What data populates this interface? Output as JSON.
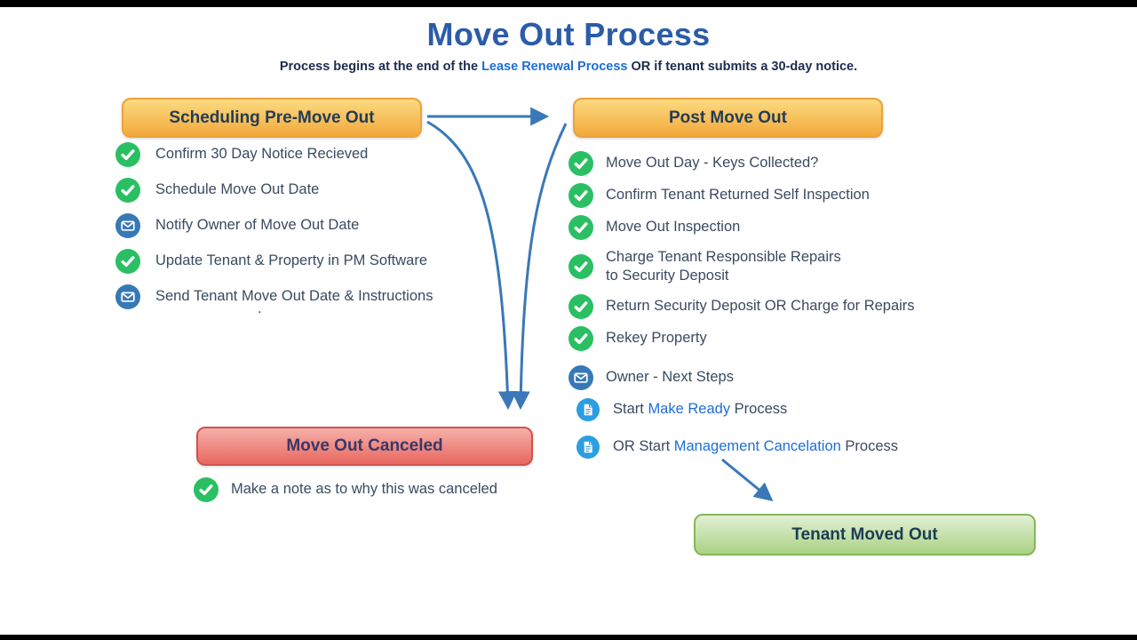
{
  "header": {
    "title": "Move Out Process",
    "subtitle_prefix": "Process begins at the end of the ",
    "subtitle_link": "Lease Renewal Process",
    "subtitle_suffix": " OR if tenant submits a 30-day notice."
  },
  "pre_move_out": {
    "title": "Scheduling Pre-Move Out",
    "items": [
      {
        "icon": "check-icon",
        "text": "Confirm 30 Day Notice Recieved"
      },
      {
        "icon": "check-icon",
        "text": "Schedule Move Out Date"
      },
      {
        "icon": "mail-icon",
        "text": "Notify Owner of Move Out Date"
      },
      {
        "icon": "check-icon",
        "text": "Update Tenant & Property in PM Software"
      },
      {
        "icon": "mail-icon",
        "text": "Send Tenant Move Out Date & Instructions"
      }
    ]
  },
  "post_move_out": {
    "title": "Post Move Out",
    "items": [
      {
        "icon": "check-icon",
        "text": "Move Out Day - Keys Collected?"
      },
      {
        "icon": "check-icon",
        "text": "Confirm Tenant Returned Self Inspection"
      },
      {
        "icon": "check-icon",
        "text": "Move Out Inspection"
      },
      {
        "icon": "check-icon",
        "text": "Charge Tenant Responsible Repairs\nto Security Deposit"
      },
      {
        "icon": "check-icon",
        "text": "Return Security Deposit OR Charge for Repairs"
      },
      {
        "icon": "check-icon",
        "text": "Rekey Property"
      },
      {
        "icon": "mail-icon",
        "text": "Owner - Next Steps"
      },
      {
        "icon": "document-icon",
        "prefix": "Start ",
        "link": "Make Ready",
        "suffix": " Process"
      },
      {
        "icon": "document-icon",
        "prefix": "OR Start ",
        "link": "Management Cancelation",
        "suffix": " Process"
      }
    ]
  },
  "canceled": {
    "title": "Move Out Canceled",
    "note": "Make a note as to why this was canceled"
  },
  "moved_out": {
    "title": "Tenant Moved Out"
  },
  "misc": {
    "stray_mark": "."
  },
  "colors": {
    "title_blue": "#2b5ca9",
    "link_blue": "#1e6ed6",
    "item_text": "#3a4a61",
    "arrow_blue": "#3a78b8",
    "check_green": "#2abf63",
    "mail_blue": "#3679b6",
    "doc_blue": "#2a9ee0",
    "orange_top": "#fcda80",
    "orange_bottom": "#f2a93b",
    "red_top": "#f5b0a9",
    "red_bottom": "#e8685f",
    "green_top": "#e3f0d5",
    "green_bottom": "#a9d285"
  }
}
